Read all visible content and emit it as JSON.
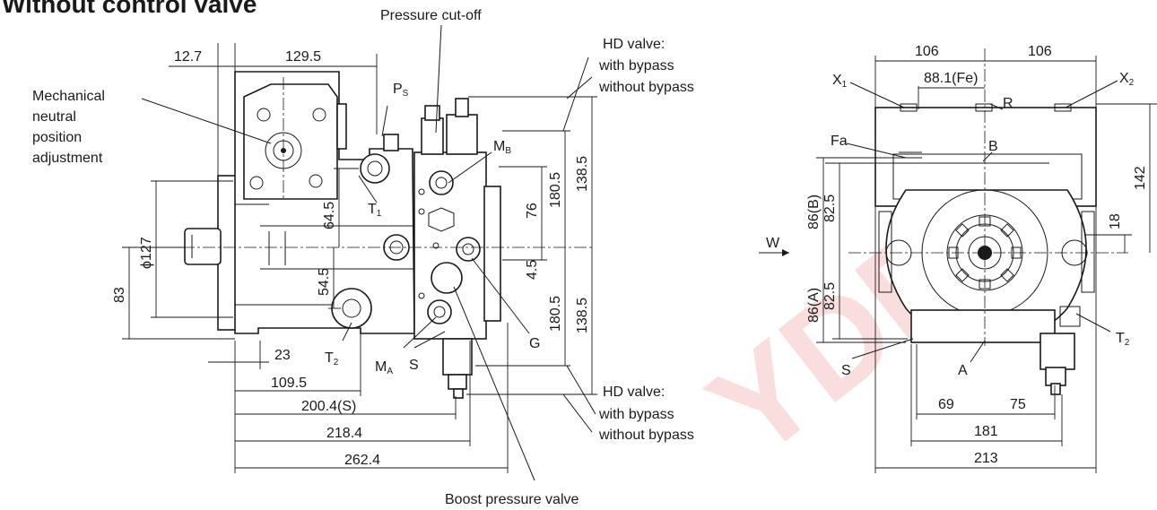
{
  "title": "Without control valve",
  "labels": {
    "pressure_cutoff": "Pressure cut-off",
    "hd_valve_top": "HD valve:",
    "with_bypass_top": "with bypass",
    "without_bypass_top": "without bypass",
    "hd_valve_bottom": "HD valve:",
    "with_bypass_bottom": "with bypass",
    "without_bypass_bottom": "without bypass",
    "mechanical_1": "Mechanical",
    "mechanical_2": "neutral",
    "mechanical_3": "position",
    "mechanical_4": "adjustment",
    "boost_pressure_valve": "Boost pressure valve",
    "ps": "P",
    "ps_sub": "S",
    "mb": "M",
    "mb_sub": "B",
    "ma": "M",
    "ma_sub": "A",
    "t1": "T",
    "t1_sub": "1",
    "t2_left": "T",
    "t2_left_sub": "2",
    "s_left": "S",
    "g": "G",
    "x1": "X",
    "x1_sub": "1",
    "x2": "X",
    "x2_sub": "2",
    "r": "R",
    "fa": "Fa",
    "b": "B",
    "a": "A",
    "s_right": "S",
    "t2_right": "T",
    "t2_right_sub": "2",
    "w": "W"
  },
  "dimensions": {
    "d12_7": "12.7",
    "d129_5": "129.5",
    "d127": "ϕ127",
    "d83": "83",
    "d64_5": "64.5",
    "d54_5": "54.5",
    "d76": "76",
    "d4_5": "4.5",
    "d180_5_top": "180.5",
    "d180_5_bot": "180.5",
    "d138_5_top": "138.5",
    "d138_5_bot": "138.5",
    "d23": "23",
    "d109_5": "109.5",
    "d200_4": "200.4(S)",
    "d218_4": "218.4",
    "d262_4": "262.4",
    "d106_left": "106",
    "d106_right": "106",
    "d88_1": "88.1(Fe)",
    "d142": "142",
    "d18": "18",
    "d86b": "86(B)",
    "d82_5_top": "82.5",
    "d86a": "86(A)",
    "d82_5_bot": "82.5",
    "d69": "69",
    "d75": "75",
    "d181": "181",
    "d213": "213"
  },
  "watermark": {
    "color": "#e02020"
  }
}
